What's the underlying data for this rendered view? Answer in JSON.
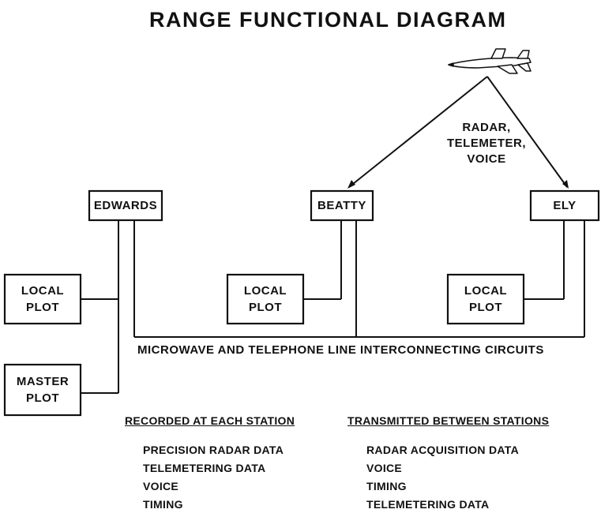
{
  "title": "RANGE FUNCTIONAL DIAGRAM",
  "stations": {
    "edwards": "EDWARDS",
    "beatty": "BEATTY",
    "ely": "ELY"
  },
  "local_plot": [
    "LOCAL",
    "PLOT"
  ],
  "master_plot": [
    "MASTER",
    "PLOT"
  ],
  "link_label": [
    "RADAR,",
    "TELEMETER,",
    "VOICE"
  ],
  "interconnect_label": "MICROWAVE AND TELEPHONE LINE INTERCONNECTING CIRCUITS",
  "recorded": {
    "heading": "RECORDED AT EACH STATION",
    "items": [
      "PRECISION RADAR DATA",
      "TELEMETERING DATA",
      "VOICE",
      "TIMING"
    ]
  },
  "transmitted": {
    "heading": "TRANSMITTED BETWEEN STATIONS",
    "items": [
      "RADAR ACQUISITION DATA",
      "VOICE",
      "TIMING",
      "TELEMETERING DATA"
    ]
  },
  "icons": {
    "aircraft": "aircraft-icon"
  },
  "colors": {
    "ink": "#111111",
    "paper": "#ffffff"
  }
}
